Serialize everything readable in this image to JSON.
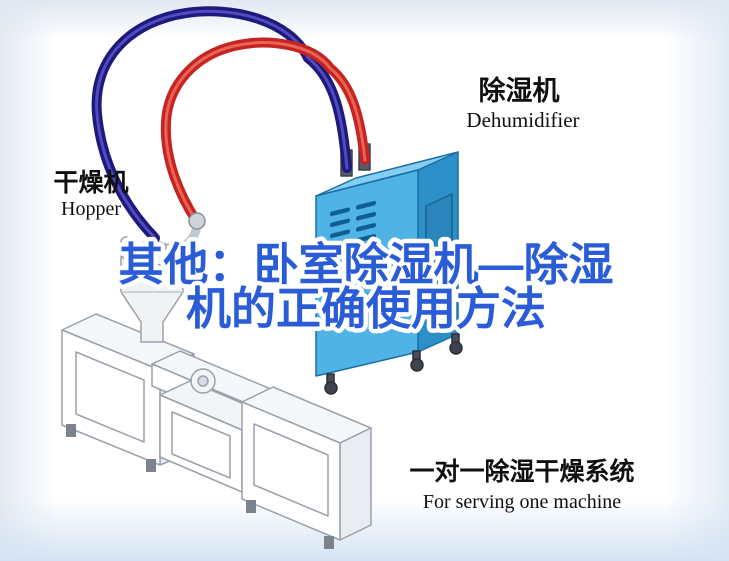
{
  "cover": {
    "title_line1": "其他：卧室除湿机—除湿",
    "title_line2": "机的正确使用方法"
  },
  "labels": {
    "dryer": {
      "cn": "干燥机",
      "en": "Hopper"
    },
    "dehumidifier": {
      "cn": "除湿机",
      "en": "Dehumidifier"
    },
    "system": {
      "cn": "一对一除湿干燥系统",
      "en": "For serving one machine"
    }
  },
  "colors": {
    "title_blue": "#2a5cd7",
    "pipe_red": "#c62420",
    "pipe_red_light": "#ef6f60",
    "pipe_navy": "#1c1a7d",
    "pipe_navy_light": "#5a55c9",
    "dehumidifier_front": "#4fb3e6",
    "dehumidifier_side": "#2d8fc8",
    "dehumidifier_top": "#85cef2",
    "vent_dark": "#0f5e92"
  }
}
